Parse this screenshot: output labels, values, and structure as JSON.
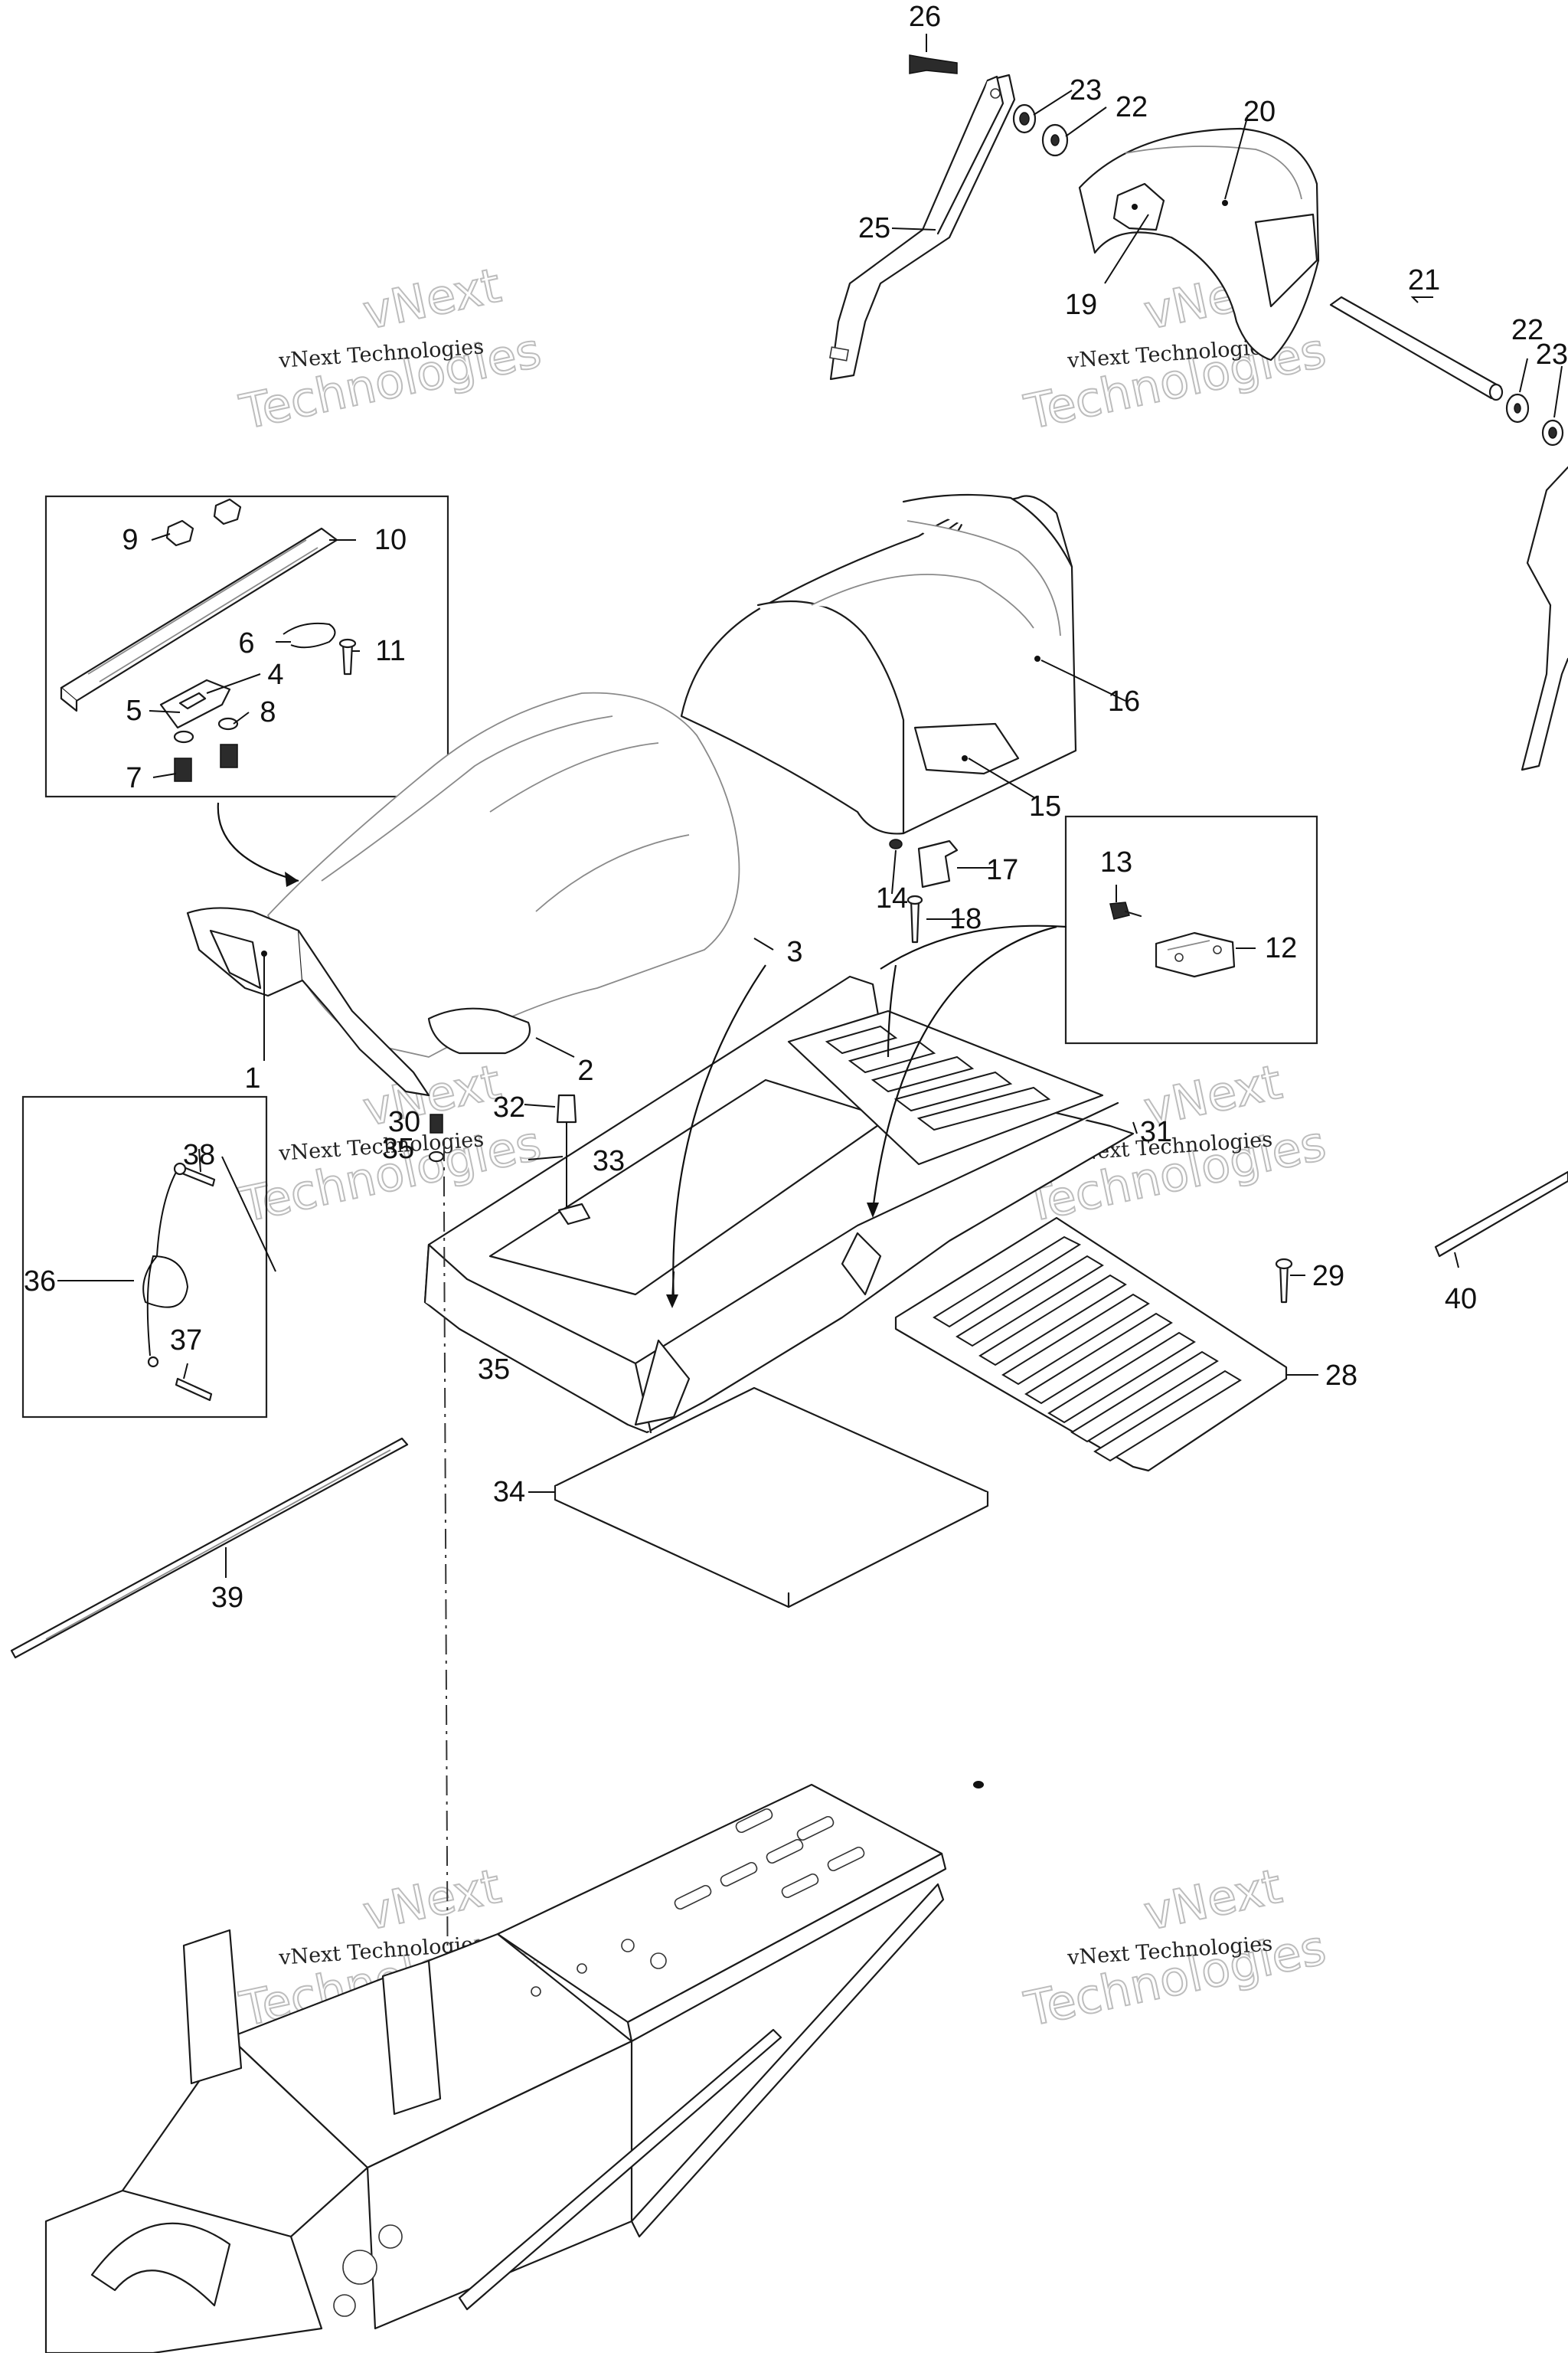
{
  "diagram": {
    "callouts": [
      "1",
      "2",
      "3",
      "4",
      "5",
      "6",
      "7",
      "8",
      "9",
      "10",
      "11",
      "12",
      "13",
      "14",
      "15",
      "16",
      "17",
      "18",
      "19",
      "20",
      "21",
      "22",
      "22",
      "23",
      "23",
      "25",
      "26",
      "28",
      "29",
      "30",
      "31",
      "32",
      "33",
      "34",
      "35",
      "35",
      "36",
      "37",
      "38",
      "39",
      "40"
    ],
    "watermark": {
      "line1": "vNext Technologies",
      "big_top": "vNext",
      "big_bottom": "Technologies"
    }
  }
}
